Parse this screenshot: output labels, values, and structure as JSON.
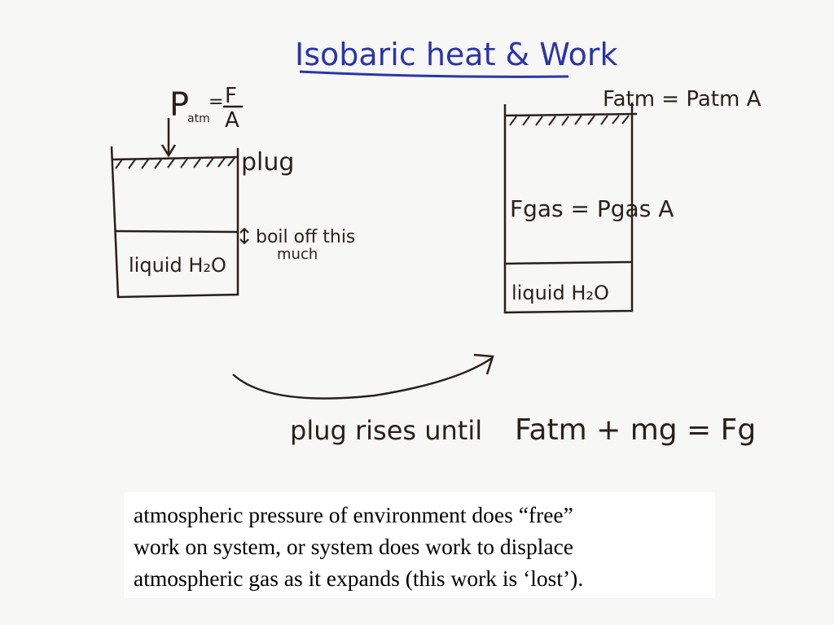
{
  "slide": {
    "title": "Isobaric heat & Work",
    "colors": {
      "background": "#f7f7f5",
      "ink": "#2a1f1a",
      "title_ink": "#2b35a8",
      "caption_background": "#ffffff"
    }
  },
  "left_container": {
    "pressure_symbol": "P",
    "pressure_subscript": "atm",
    "equals": "=",
    "fraction_numerator": "F",
    "fraction_denominator": "A",
    "plug_label": "plug",
    "boil_note_line1": "boil off this",
    "boil_note_line2": "much",
    "liquid_label": "liquid H₂O"
  },
  "right_container": {
    "top_equation": "Fatm = Patm A",
    "gas_equation": "Fgas = Pgas A",
    "liquid_label": "liquid H₂O"
  },
  "bottom": {
    "condition_prefix": "plug rises until",
    "condition_equation": "Fatm + mg = Fg"
  },
  "caption": {
    "lines": [
      "atmospheric pressure of environment does “free”",
      "work on system, or system does work to displace",
      "atmospheric gas as it expands (this work is ‘lost’)."
    ]
  }
}
